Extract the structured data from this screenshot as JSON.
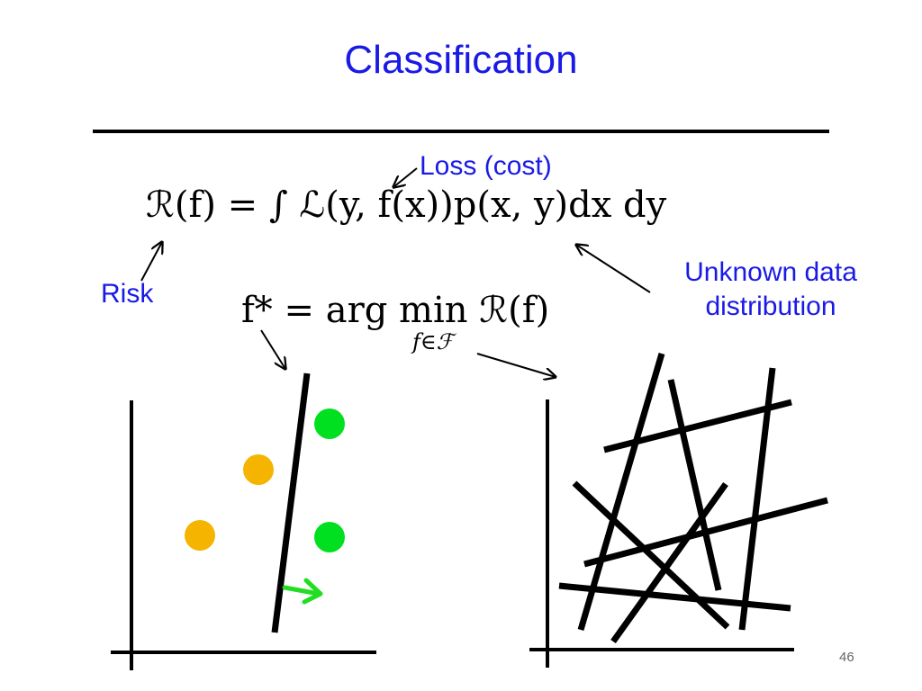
{
  "slide": {
    "title": "Classification",
    "page_number": "46"
  },
  "annotations": {
    "loss": "Loss (cost)",
    "risk": "Risk",
    "data_line1": "Unknown data",
    "data_line2": "distribution"
  },
  "equations": {
    "risk_definition": "ℛ(f) = ∫ ℒ(y, f(x))p(x, y)dx dy",
    "optimal": "f* = arg min ℛ(f)",
    "optimal_subscript": "f∈ℱ"
  },
  "colors": {
    "title": "#1a1ae6",
    "class_a": "#f5b400",
    "class_b": "#00e020",
    "arrow_normal": "#22dd22",
    "lines": "#000000"
  }
}
